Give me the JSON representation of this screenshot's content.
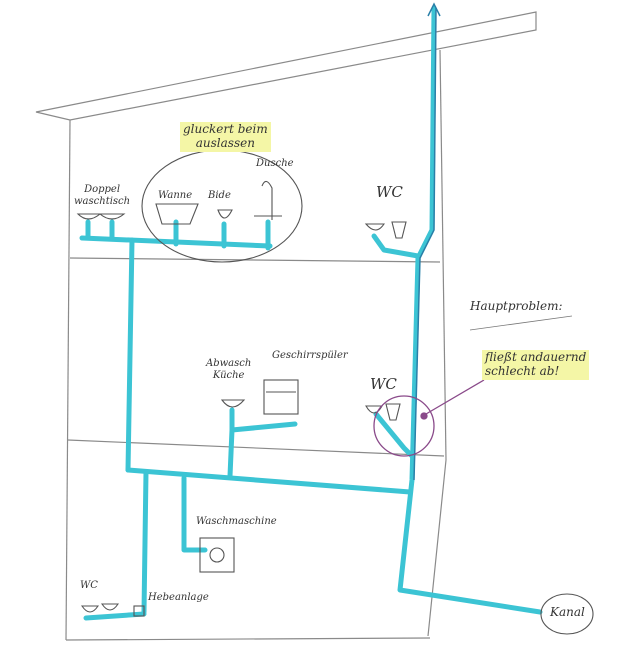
{
  "labels": {
    "gluckert": "gluckert beim",
    "gluckert2": "auslassen",
    "dusche": "Dusche",
    "doppel": "Doppel",
    "doppel2": "waschtisch",
    "wanne": "Wanne",
    "bide": "Bide",
    "wc_top": "WC",
    "hauptproblem": "Hauptproblem:",
    "fliesst": "fließt andauernd",
    "fliesst2": "schlecht ab!",
    "abwasch": "Abwasch",
    "abwasch2": "Küche",
    "geschirr": "Geschirrspüler",
    "wc_mid": "WC",
    "waschmaschine": "Waschmaschine",
    "wc_bottom": "WC",
    "hebeanlage": "Hebeanlage",
    "kanal": "Kanal"
  },
  "colors": {
    "pipe": "#3cc4d4",
    "pipe_dark": "#2a7fa8",
    "pencil": "#777777",
    "highlight": "#f4f6a6",
    "problem_circle": "#8a4a8a"
  }
}
